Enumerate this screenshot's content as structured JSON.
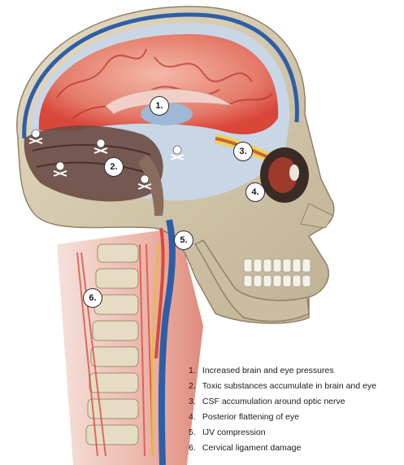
{
  "markers": [
    {
      "id": "1",
      "label": "1."
    },
    {
      "id": "2",
      "label": "2."
    },
    {
      "id": "3",
      "label": "3."
    },
    {
      "id": "4",
      "label": "4."
    },
    {
      "id": "5",
      "label": "5."
    },
    {
      "id": "6",
      "label": "6."
    }
  ],
  "legend": [
    {
      "num": "1.",
      "text": "Increased brain and eye pressures"
    },
    {
      "num": "2.",
      "text": "Toxic substances accumulate in brain and eye"
    },
    {
      "num": "3.",
      "text": "CSF accumulation around optic nerve"
    },
    {
      "num": "4.",
      "text": "Posterior flattening of eye"
    },
    {
      "num": "5.",
      "text": "IJV compression"
    },
    {
      "num": "6.",
      "text": "Cervical ligament damage"
    }
  ],
  "icons": {
    "toxin": "skull-crossbones-icon"
  },
  "colors": {
    "bone": "#d8cdb4",
    "bone_shadow": "#b7a98a",
    "brain": "#e88a7a",
    "brain_red": "#d9463a",
    "vein": "#2d5ea8",
    "toxic": "#6a4a40",
    "csf": "#f2d04a"
  }
}
